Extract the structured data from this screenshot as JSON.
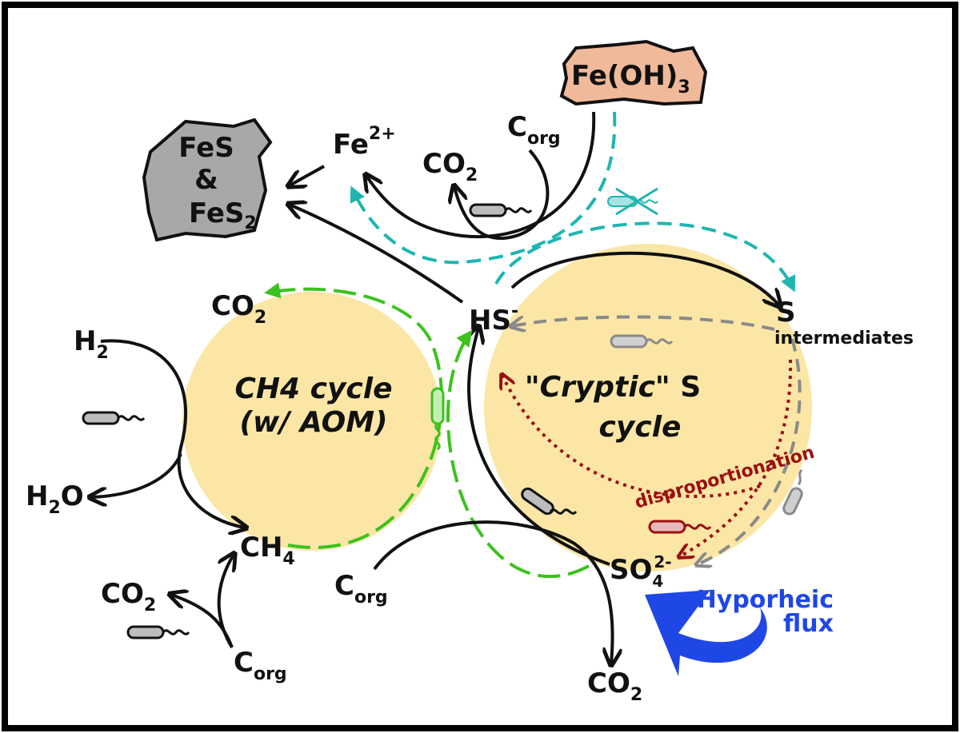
{
  "labels": {
    "fe_oh3": {
      "main": "Fe(OH)",
      "sub": "3"
    },
    "fe2": {
      "main": "Fe",
      "sup": "2+"
    },
    "fes_line1": "FeS",
    "fes_line2": "&",
    "fes2": {
      "main": "FeS",
      "sub": "2"
    },
    "corg_top": {
      "main": "C",
      "sub": "org"
    },
    "co2_top": {
      "main": "CO",
      "sub": "2"
    },
    "co2_left": {
      "main": "CO",
      "sub": "2"
    },
    "h2": {
      "main": "H",
      "sub": "2"
    },
    "h2o": {
      "main": "H",
      "sub": "2",
      "tail": "O"
    },
    "ch4": {
      "main": "CH",
      "sub": "4"
    },
    "co2_bottom_left": {
      "main": "CO",
      "sub": "2"
    },
    "corg_bottom_left": {
      "main": "C",
      "sub": "org"
    },
    "corg_mid": {
      "main": "C",
      "sub": "org"
    },
    "co2_bottom": {
      "main": "CO",
      "sub": "2"
    },
    "hs": {
      "main": "HS",
      "sup": "-"
    },
    "s_intermediates_1": "S",
    "s_intermediates_2": "intermediates",
    "so4": {
      "main": "SO",
      "sub": "4",
      "sup": "2-"
    },
    "disproportionation": "disproportionation",
    "hyporheic_1": "Hyporheic",
    "hyporheic_2": "flux"
  },
  "cycles": {
    "ch4_line1": "CH4 cycle",
    "ch4_line2": "(w/ AOM)",
    "sulfur_line1_a": "\"",
    "sulfur_line1_b": "Cryptic",
    "sulfur_line1_c": "\" S",
    "sulfur_line2": "cycle"
  },
  "colors": {
    "cycle_fill": "#fbe6a6",
    "green": "#3cc21e",
    "teal": "#1fb5b0",
    "gray": "#8a8a8a",
    "dark_red": "#9a1010",
    "blue": "#1f47e6",
    "mineral_gray": "#a8a8a8",
    "fe_oxide": "#f0b99a"
  }
}
